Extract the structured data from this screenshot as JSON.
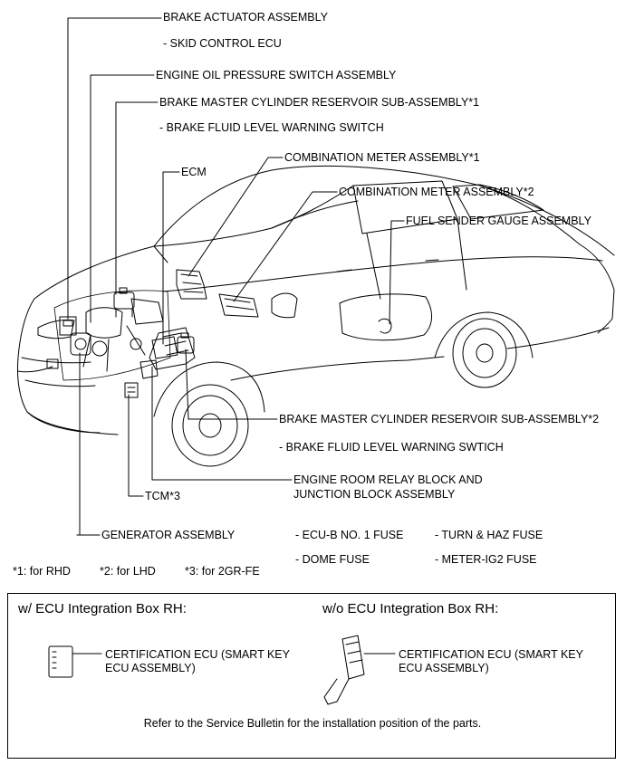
{
  "labels": {
    "brake_actuator": "BRAKE ACTUATOR ASSEMBLY",
    "skid_control": "- SKID CONTROL ECU",
    "engine_oil": "ENGINE OIL PRESSURE SWITCH ASSEMBLY",
    "brake_master_1": "BRAKE MASTER CYLINDER RESERVOIR SUB-ASSEMBLY*1",
    "brake_fluid_1": "- BRAKE FLUID LEVEL WARNING SWITCH",
    "combination_1": "COMBINATION METER ASSEMBLY*1",
    "ecm": "ECM",
    "combination_2": "COMBINATION METER ASSEMBLY*2",
    "fuel_sender": "FUEL SENDER GAUGE ASSEMBLY",
    "brake_master_2": "BRAKE MASTER CYLINDER RESERVOIR SUB-ASSEMBLY*2",
    "brake_fluid_2": "- BRAKE FLUID LEVEL WARNING SWTICH",
    "relay_block_line1": "ENGINE ROOM RELAY BLOCK AND",
    "relay_block_line2": "JUNCTION BLOCK ASSEMBLY",
    "tcm": "TCM*3",
    "generator": "GENERATOR ASSEMBLY",
    "fuse_ecub": "- ECU-B NO. 1 FUSE",
    "fuse_turn": "- TURN & HAZ FUSE",
    "fuse_dome": "- DOME FUSE",
    "fuse_meter": "- METER-IG2 FUSE"
  },
  "footnotes": {
    "rhd": "*1: for RHD",
    "lhd": "*2: for LHD",
    "gr": "*3: for 2GR-FE"
  },
  "ecu_box": {
    "with_title": "w/ ECU Integration Box RH:",
    "without_title": "w/o ECU Integration Box RH:",
    "cert_with": "CERTIFICATION ECU (SMART KEY ECU ASSEMBLY)",
    "cert_without": "CERTIFICATION ECU (SMART KEY ECU ASSEMBLY)",
    "note": "Refer to the Service Bulletin for the installation position of the parts."
  }
}
